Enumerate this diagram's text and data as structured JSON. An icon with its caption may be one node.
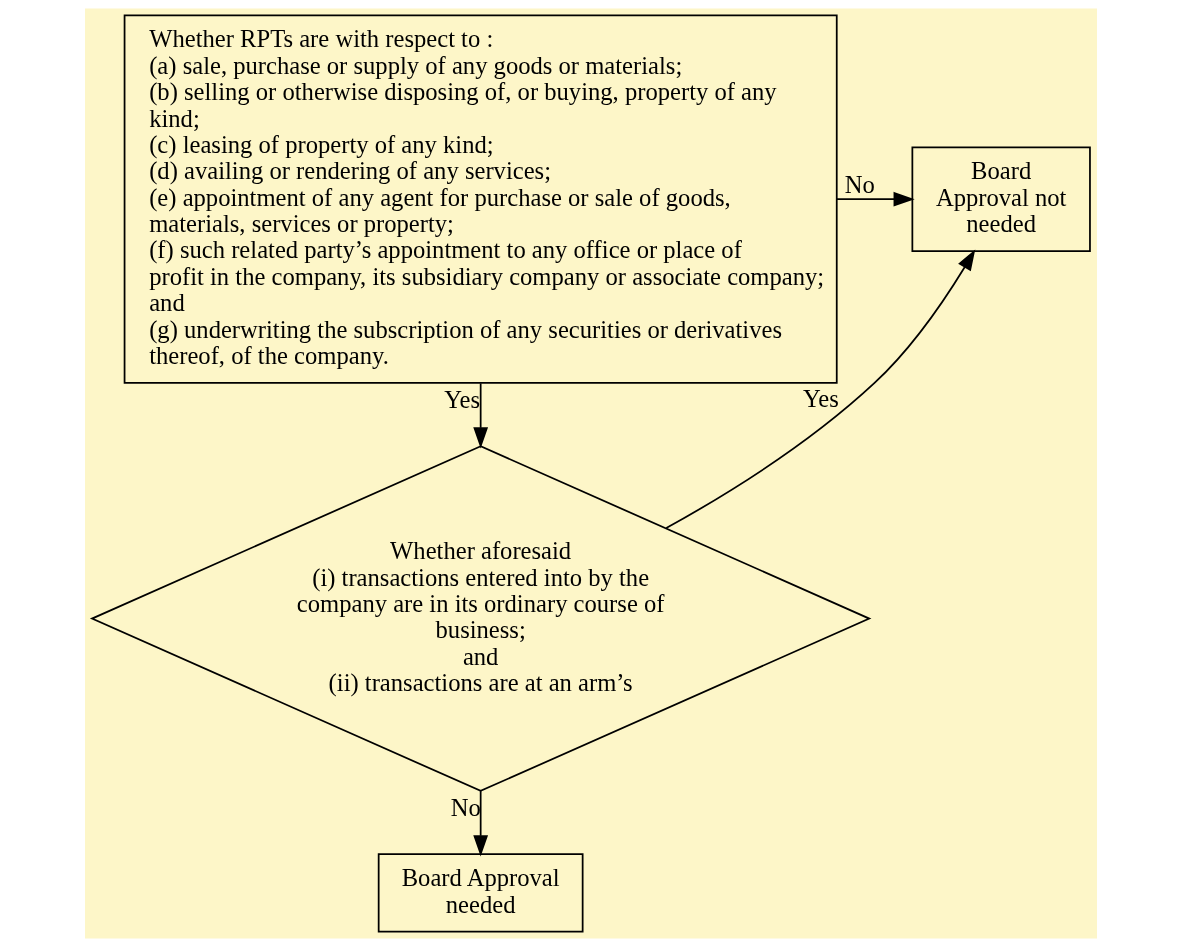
{
  "diagram": {
    "nodes": [
      {
        "text": [
          "Whether RPTs are with respect to :",
          "(a) sale, purchase or supply of any goods or materials;",
          "(b) selling or otherwise disposing of, or buying, property of any kind;",
          "(c) leasing of property of any kind;",
          "(d) availing or rendering of any services;",
          "(e) appointment of any agent for purchase or sale of goods, materials, services or property;",
          "(f) such related party’s appointment to any office or place of profit in the company, its subsidiary company or associate company; and",
          "(g) underwriting the subscription of any securities or derivatives thereof, of the company."
        ]
      },
      {
        "text": [
          "Board Approval not needed"
        ]
      },
      {
        "text": [
          "Whether aforesaid",
          "(i) transactions entered into by the company are in its ordinary course of business;",
          "and",
          "(ii) transactions are at an arm’s"
        ]
      },
      {
        "text": [
          "Board Approval needed"
        ]
      }
    ],
    "edges": [
      {
        "from": 0,
        "to": 1,
        "arrow": "to",
        "label": "No"
      },
      {
        "from": 0,
        "to": 2,
        "arrow": "to",
        "label": "Yes"
      },
      {
        "from": 2,
        "to": 1,
        "arrow": "to",
        "label": "Yes"
      },
      {
        "from": 2,
        "to": 3,
        "arrow": "to",
        "label": "No"
      }
    ]
  }
}
